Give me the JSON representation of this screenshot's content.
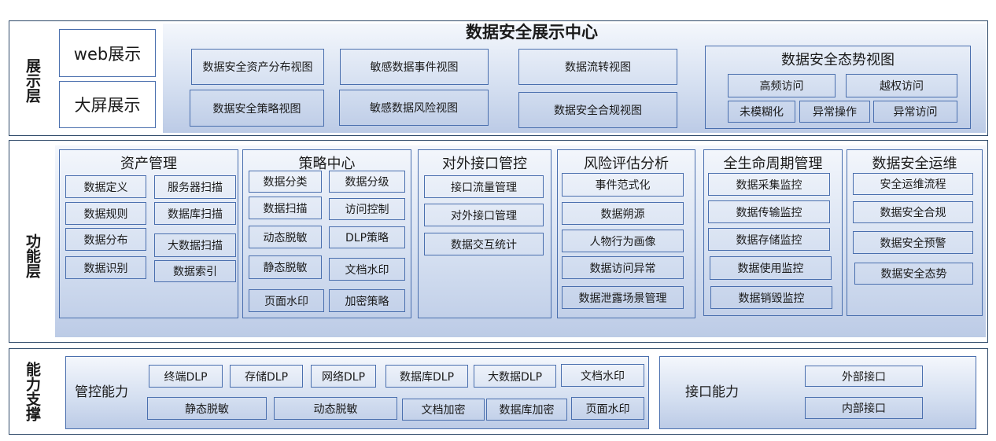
{
  "display_layer": {
    "label": "展示层",
    "web": "web展示",
    "big_screen": "大屏展示",
    "title": "数据安全展示中心",
    "views": [
      "数据安全资产分布视图",
      "数据安全策略视图",
      "敏感数据事件视图",
      "敏感数据风险视图",
      "数据流转视图",
      "数据安全合规视图"
    ],
    "posture": {
      "title": "数据安全态势视图",
      "items": [
        "高频访问",
        "越权访问",
        "未模糊化",
        "异常操作",
        "异常访问"
      ]
    }
  },
  "function_layer": {
    "label": "功能层",
    "groups": [
      {
        "title": "资产管理",
        "items": [
          "数据定义",
          "数据规则",
          "数据分布",
          "数据识别",
          "服务器扫描",
          "数据库扫描",
          "大数据扫描",
          "数据索引"
        ]
      },
      {
        "title": "策略中心",
        "items": [
          "数据分类",
          "数据分级",
          "数据扫描",
          "访问控制",
          "动态脱敏",
          "DLP策略",
          "静态脱敏",
          "文档水印",
          "页面水印",
          "加密策略"
        ]
      },
      {
        "title": "对外接口管控",
        "items": [
          "接口流量管理",
          "对外接口管理",
          "数据交互统计"
        ]
      },
      {
        "title": "风险评估分析",
        "items": [
          "事件范式化",
          "数据朔源",
          "人物行为画像",
          "数据访问异常",
          "数据泄露场景管理"
        ]
      },
      {
        "title": "全生命周期管理",
        "items": [
          "数据采集监控",
          "数据传输监控",
          "数据存储监控",
          "数据使用监控",
          "数据销毁监控"
        ]
      },
      {
        "title": "数据安全运维",
        "items": [
          "安全运维流程",
          "数据安全合规",
          "数据安全预警",
          "数据安全态势"
        ]
      }
    ]
  },
  "capability_layer": {
    "label": "能力支撑",
    "control": {
      "title": "管控能力",
      "items": [
        "终端DLP",
        "存储DLP",
        "网络DLP",
        "数据库DLP",
        "大数据DLP",
        "文档水印",
        "静态脱敏",
        "动态脱敏",
        "文档加密",
        "数据库加密",
        "页面水印"
      ]
    },
    "interface": {
      "title": "接口能力",
      "items": [
        "外部接口",
        "内部接口"
      ]
    }
  }
}
